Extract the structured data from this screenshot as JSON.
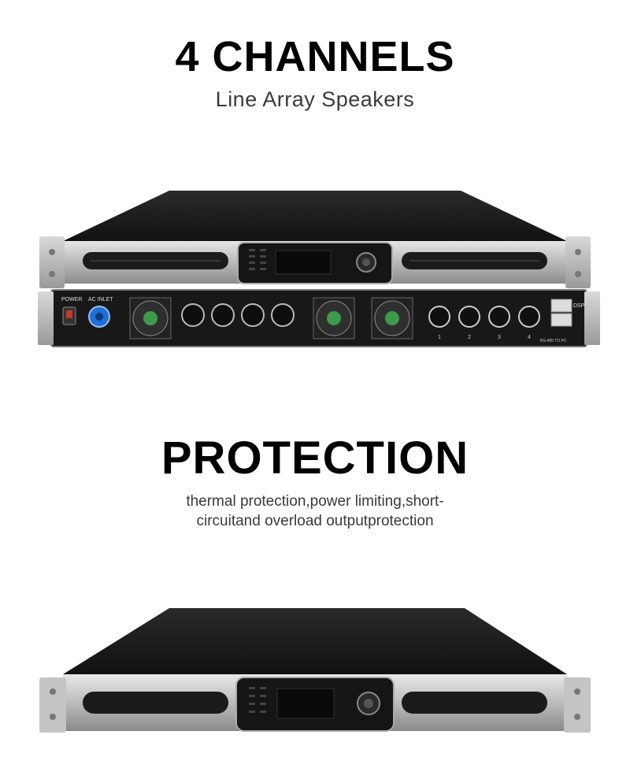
{
  "section1": {
    "title": "4 CHANNELS",
    "subtitle": "Line Array Speakers"
  },
  "section2": {
    "title": "PROTECTION",
    "description_line1": "thermal protection,power limiting,short-",
    "description_line2": "circuitand overload outputprotection"
  },
  "rear_panel": {
    "power_label": "POWER",
    "ac_inlet_label": "AC INLET",
    "dsp_label": "DSP",
    "rs485_label": "RS-485 TO PC",
    "channel_numbers": [
      "1",
      "2",
      "3",
      "4"
    ]
  },
  "colors": {
    "chassis_top": "#1e1e1e",
    "silver_faceplate": "#c8c8c8",
    "rear_panel": "#1a1a1a",
    "ac_inlet_blue": "#1f6fd6"
  }
}
